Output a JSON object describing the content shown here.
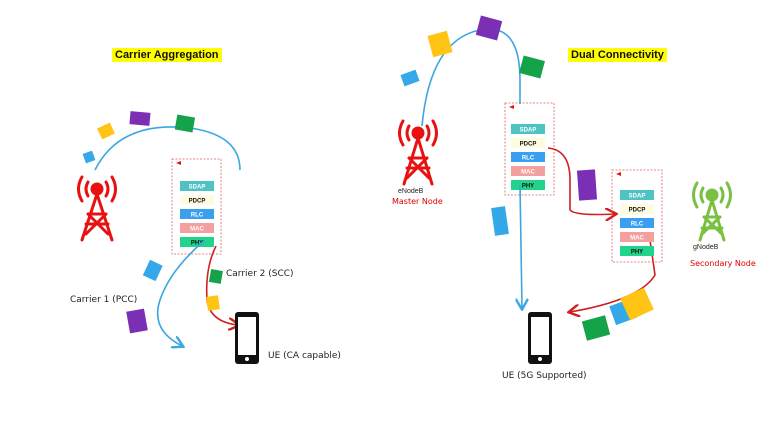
{
  "titles": {
    "carrier_aggregation": "Carrier Aggregation",
    "dual_connectivity": "Dual Connectivity"
  },
  "stack_layers": [
    "SDAP",
    "PDCP",
    "RLC",
    "MAC",
    "PHY"
  ],
  "left": {
    "carrier1_label": "Carrier 1 (PCC)",
    "carrier2_label": "Carrier 2 (SCC)",
    "ue_label": "UE (CA capable)"
  },
  "right": {
    "enodeb_label": "eNodeB",
    "master_label": "Master Node",
    "gnodeb_label": "gNodeB",
    "secondary_label": "Secondary Node",
    "ue_label": "UE (5G Supported)"
  },
  "colors": {
    "tower_lte": "#e81010",
    "tower_nr": "#7ac142",
    "sdap": "#4fc3c3",
    "pdcp": "#fffbe0",
    "rlc": "#3b9ff0",
    "mac": "#f4a0a0",
    "phy": "#22d38c",
    "blue_line": "#3aa7e0",
    "red_line": "#d02020",
    "packet_yellow": "#ffc414",
    "packet_purple": "#7a2fb5",
    "packet_green": "#15a34a",
    "packet_blue": "#35a8ea"
  }
}
